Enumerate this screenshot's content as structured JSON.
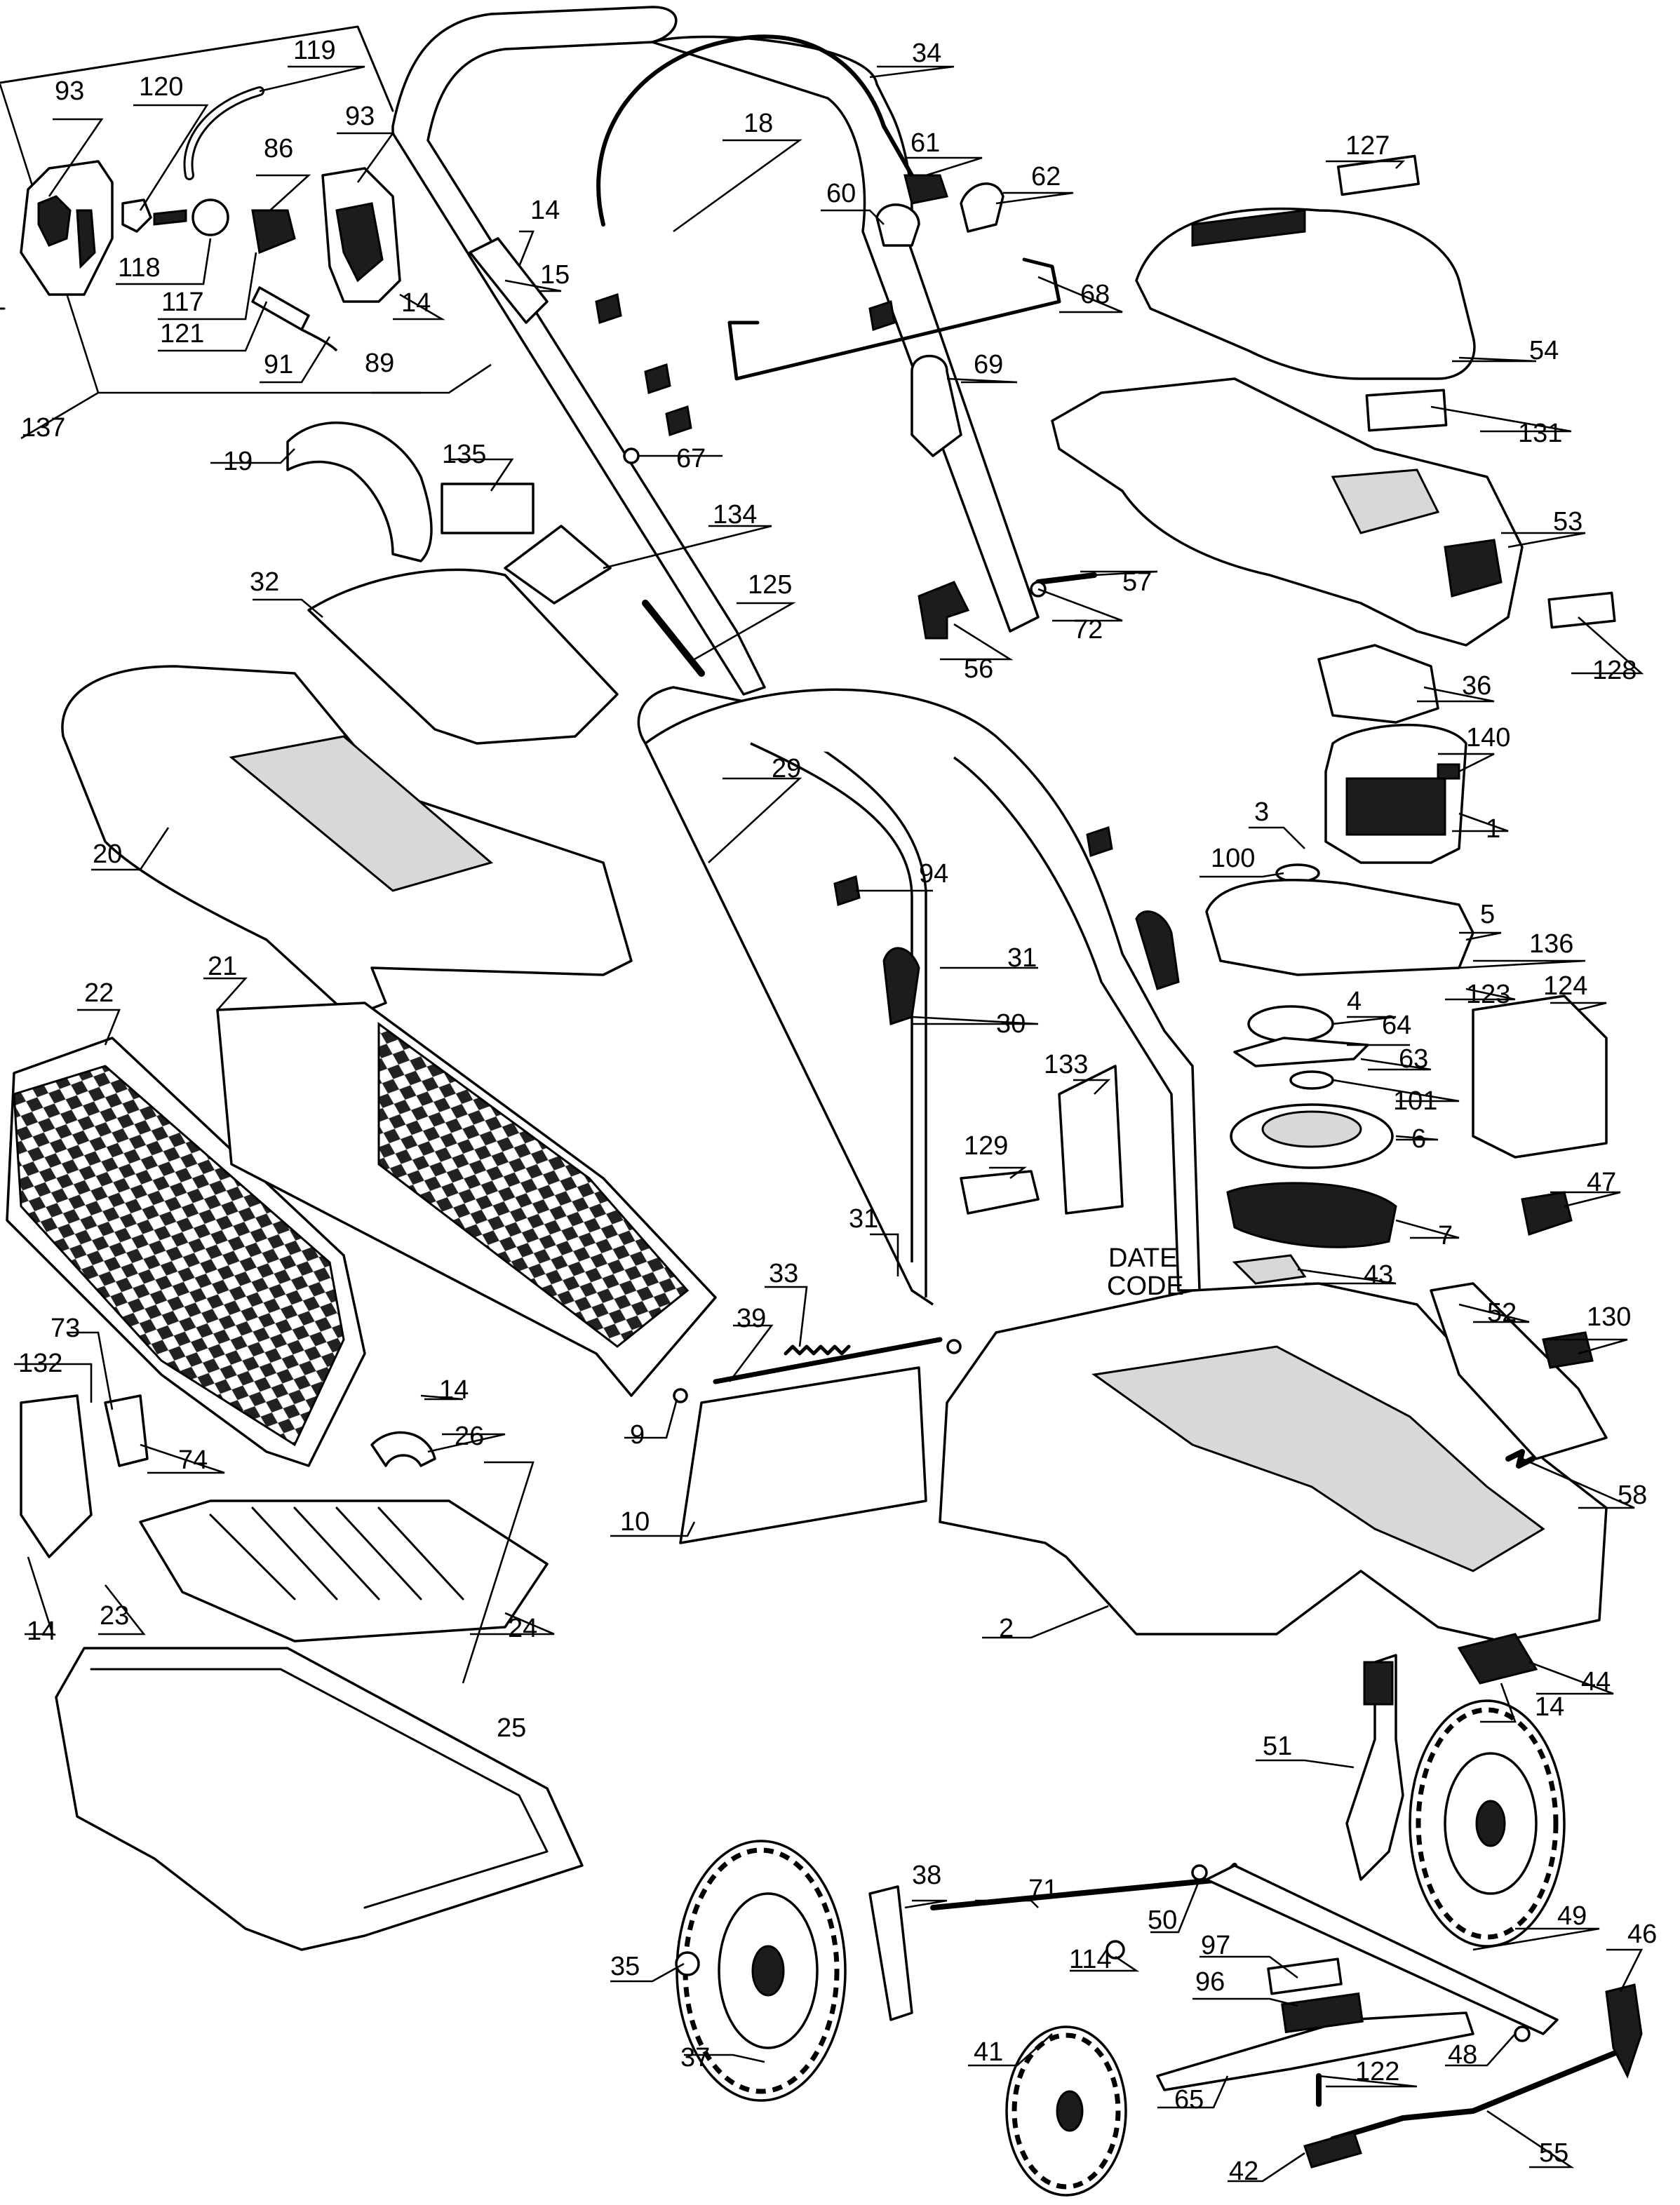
{
  "diagram": {
    "labels": [
      {
        "id": "93a",
        "text": "93"
      },
      {
        "id": "120",
        "text": "120"
      },
      {
        "id": "119",
        "text": "119"
      },
      {
        "id": "93b",
        "text": "93"
      },
      {
        "id": "86",
        "text": "86"
      },
      {
        "id": "118",
        "text": "118"
      },
      {
        "id": "117",
        "text": "117"
      },
      {
        "id": "121",
        "text": "121"
      },
      {
        "id": "91",
        "text": "91"
      },
      {
        "id": "89",
        "text": "89"
      },
      {
        "id": "137",
        "text": "137"
      },
      {
        "id": "14a",
        "text": "14"
      },
      {
        "id": "15",
        "text": "15"
      },
      {
        "id": "14b",
        "text": "14"
      },
      {
        "id": "34",
        "text": "34"
      },
      {
        "id": "18",
        "text": "18"
      },
      {
        "id": "61",
        "text": "61"
      },
      {
        "id": "62",
        "text": "62"
      },
      {
        "id": "60",
        "text": "60"
      },
      {
        "id": "68",
        "text": "68"
      },
      {
        "id": "69",
        "text": "69"
      },
      {
        "id": "67",
        "text": "67"
      },
      {
        "id": "19",
        "text": "19"
      },
      {
        "id": "135",
        "text": "135"
      },
      {
        "id": "134",
        "text": "134"
      },
      {
        "id": "125",
        "text": "125"
      },
      {
        "id": "32",
        "text": "32"
      },
      {
        "id": "57",
        "text": "57"
      },
      {
        "id": "72",
        "text": "72"
      },
      {
        "id": "56",
        "text": "56"
      },
      {
        "id": "127",
        "text": "127"
      },
      {
        "id": "54",
        "text": "54"
      },
      {
        "id": "131",
        "text": "131"
      },
      {
        "id": "53",
        "text": "53"
      },
      {
        "id": "128",
        "text": "128"
      },
      {
        "id": "36",
        "text": "36"
      },
      {
        "id": "140",
        "text": "140"
      },
      {
        "id": "3",
        "text": "3"
      },
      {
        "id": "1",
        "text": "1"
      },
      {
        "id": "100",
        "text": "100"
      },
      {
        "id": "5",
        "text": "5"
      },
      {
        "id": "136",
        "text": "136"
      },
      {
        "id": "123",
        "text": "123"
      },
      {
        "id": "124",
        "text": "124"
      },
      {
        "id": "4",
        "text": "4"
      },
      {
        "id": "64",
        "text": "64"
      },
      {
        "id": "63",
        "text": "63"
      },
      {
        "id": "101",
        "text": "101"
      },
      {
        "id": "6",
        "text": "6"
      },
      {
        "id": "7",
        "text": "7"
      },
      {
        "id": "47",
        "text": "47"
      },
      {
        "id": "43",
        "text": "43"
      },
      {
        "id": "20",
        "text": "20"
      },
      {
        "id": "29",
        "text": "29"
      },
      {
        "id": "94",
        "text": "94"
      },
      {
        "id": "31a",
        "text": "31"
      },
      {
        "id": "30",
        "text": "30"
      },
      {
        "id": "133",
        "text": "133"
      },
      {
        "id": "129",
        "text": "129"
      },
      {
        "id": "31b",
        "text": "31"
      },
      {
        "id": "22",
        "text": "22"
      },
      {
        "id": "21",
        "text": "21"
      },
      {
        "id": "33",
        "text": "33"
      },
      {
        "id": "39",
        "text": "39"
      },
      {
        "id": "9",
        "text": "9"
      },
      {
        "id": "10",
        "text": "10"
      },
      {
        "id": "73",
        "text": "73"
      },
      {
        "id": "132",
        "text": "132"
      },
      {
        "id": "74",
        "text": "74"
      },
      {
        "id": "14c",
        "text": "14"
      },
      {
        "id": "26",
        "text": "26"
      },
      {
        "id": "14d",
        "text": "14"
      },
      {
        "id": "23",
        "text": "23"
      },
      {
        "id": "24",
        "text": "24"
      },
      {
        "id": "25",
        "text": "25"
      },
      {
        "id": "52",
        "text": "52"
      },
      {
        "id": "130",
        "text": "130"
      },
      {
        "id": "58",
        "text": "58"
      },
      {
        "id": "2",
        "text": "2"
      },
      {
        "id": "44",
        "text": "44"
      },
      {
        "id": "14e",
        "text": "14"
      },
      {
        "id": "51",
        "text": "51"
      },
      {
        "id": "38",
        "text": "38"
      },
      {
        "id": "71",
        "text": "71"
      },
      {
        "id": "50",
        "text": "50"
      },
      {
        "id": "49",
        "text": "49"
      },
      {
        "id": "46",
        "text": "46"
      },
      {
        "id": "35",
        "text": "35"
      },
      {
        "id": "37",
        "text": "37"
      },
      {
        "id": "114",
        "text": "114"
      },
      {
        "id": "97",
        "text": "97"
      },
      {
        "id": "96",
        "text": "96"
      },
      {
        "id": "41",
        "text": "41"
      },
      {
        "id": "122",
        "text": "122"
      },
      {
        "id": "48",
        "text": "48"
      },
      {
        "id": "65",
        "text": "65"
      },
      {
        "id": "42",
        "text": "42"
      },
      {
        "id": "55",
        "text": "55"
      }
    ],
    "date_code": {
      "line1": "DATE",
      "line2": "CODE"
    }
  }
}
